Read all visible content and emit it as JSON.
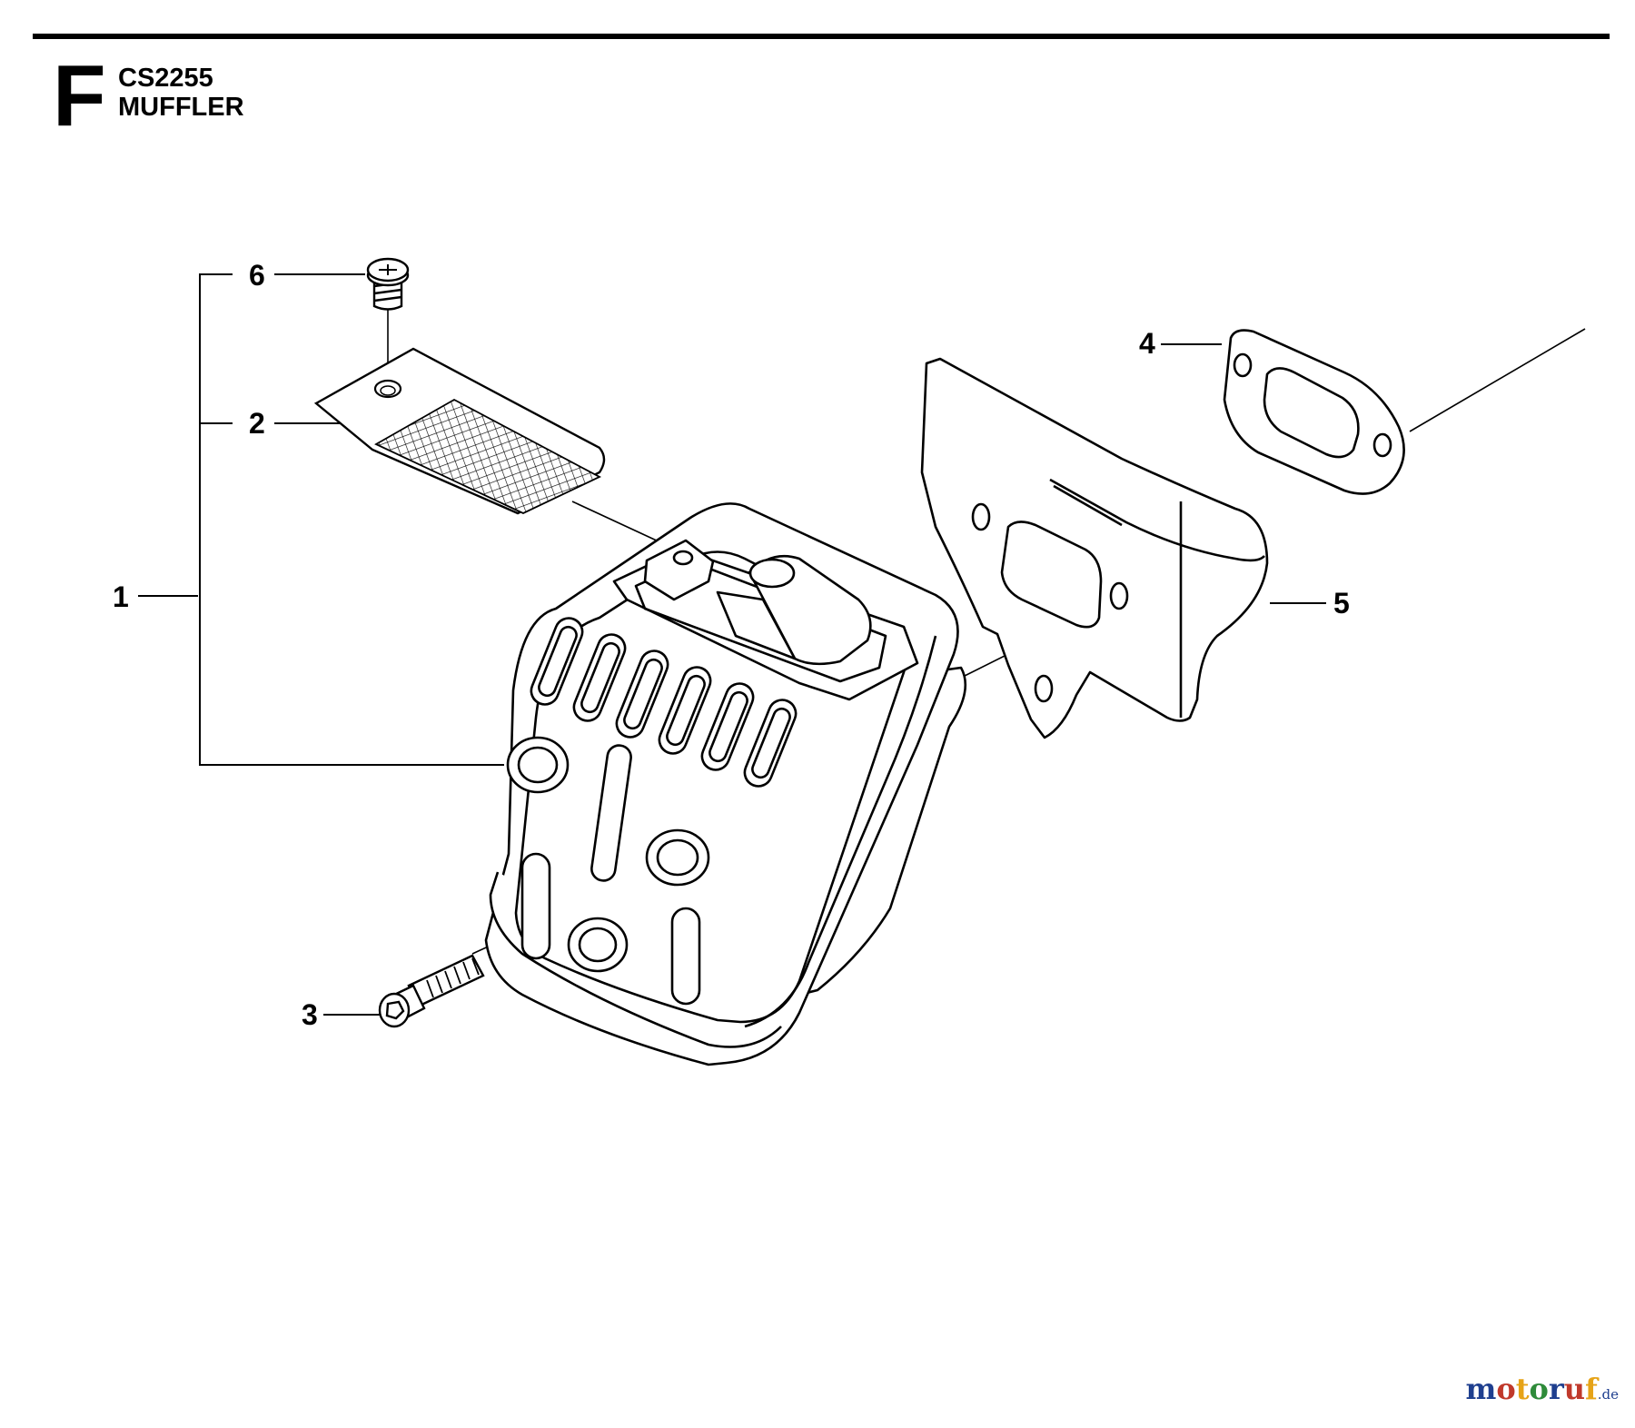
{
  "header": {
    "section_letter": "F",
    "model": "CS2255",
    "title": "MUFFLER"
  },
  "callouts": [
    {
      "id": "c1",
      "label": "1",
      "part": "muffler-assembly"
    },
    {
      "id": "c2",
      "label": "2",
      "part": "spark-arrestor-screen"
    },
    {
      "id": "c3",
      "label": "3",
      "part": "socket-head-bolt"
    },
    {
      "id": "c4",
      "label": "4",
      "part": "gasket"
    },
    {
      "id": "c5",
      "label": "5",
      "part": "heat-shield-plate"
    },
    {
      "id": "c6",
      "label": "6",
      "part": "screw"
    }
  ],
  "watermark": {
    "letters": [
      "m",
      "o",
      "t",
      "o",
      "r",
      "u",
      "f"
    ],
    "colors": [
      "#1f3f8f",
      "#c0392b",
      "#e6a317",
      "#2e8b3a",
      "#1f3f8f",
      "#c0392b",
      "#e6a317"
    ],
    "suffix": ".de"
  }
}
